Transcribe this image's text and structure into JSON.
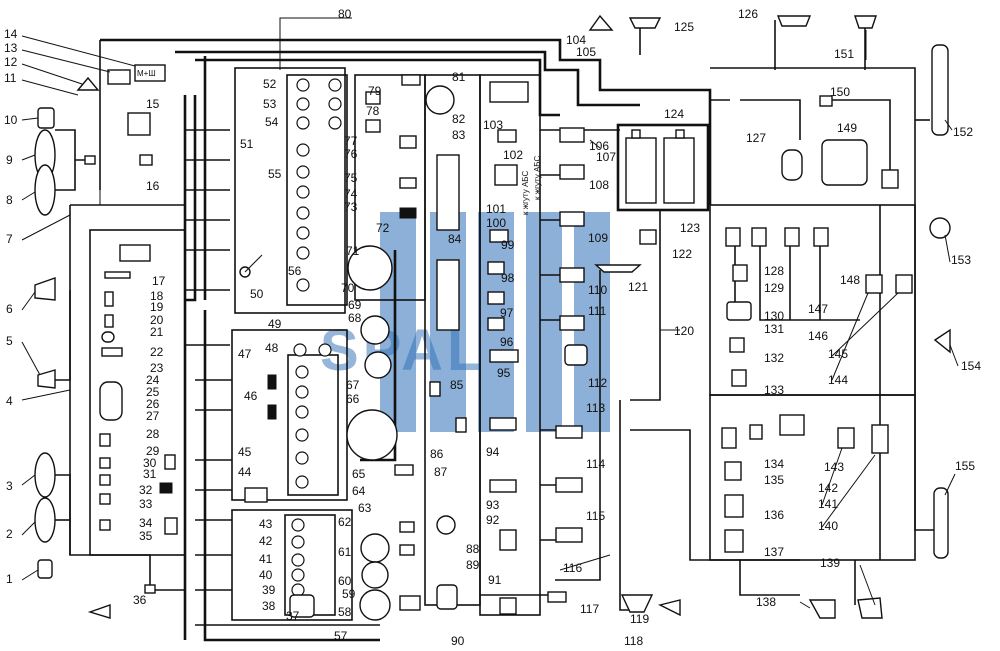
{
  "labels": {
    "n1": "1",
    "n2": "2",
    "n3": "3",
    "n4": "4",
    "n5": "5",
    "n6": "6",
    "n7": "7",
    "n8": "8",
    "n9": "9",
    "n10": "10",
    "n11": "11",
    "n12": "12",
    "n13": "13",
    "n14": "14",
    "n15": "15",
    "n16": "16",
    "n17": "17",
    "n18": "18",
    "n19": "19",
    "n20": "20",
    "n21": "21",
    "n22": "22",
    "n23": "23",
    "n24": "24",
    "n25": "25",
    "n26": "26",
    "n27": "27",
    "n28": "28",
    "n29": "29",
    "n30": "30",
    "n31": "31",
    "n32": "32",
    "n33": "33",
    "n34": "34",
    "n35": "35",
    "n36": "36",
    "n37": "37",
    "n38": "38",
    "n39": "39",
    "n40": "40",
    "n41": "41",
    "n42": "42",
    "n43": "43",
    "n44": "44",
    "n45": "45",
    "n46": "46",
    "n47": "47",
    "n48": "48",
    "n49": "49",
    "n50": "50",
    "n51": "51",
    "n52": "52",
    "n53": "53",
    "n54": "54",
    "n55": "55",
    "n56": "56",
    "n57": "57",
    "n58": "58",
    "n59": "59",
    "n60": "60",
    "n61": "61",
    "n62": "62",
    "n63": "63",
    "n64": "64",
    "n65": "65",
    "n66": "66",
    "n67": "67",
    "n68": "68",
    "n69": "69",
    "n70": "70",
    "n71": "71",
    "n72": "72",
    "n73": "73",
    "n74": "74",
    "n75": "75",
    "n76": "76",
    "n77": "77",
    "n78": "78",
    "n79": "79",
    "n80": "80",
    "n81": "81",
    "n82": "82",
    "n83": "83",
    "n84": "84",
    "n85": "85",
    "n86": "86",
    "n87": "87",
    "n88": "88",
    "n89": "89",
    "n90": "90",
    "n91": "91",
    "n92": "92",
    "n93": "93",
    "n94": "94",
    "n95": "95",
    "n96": "96",
    "n97": "97",
    "n98": "98",
    "n99": "99",
    "n100": "100",
    "n101": "101",
    "n102": "102",
    "n103": "103",
    "n104": "104",
    "n105": "105",
    "n106": "106",
    "n107": "107",
    "n108": "108",
    "n109": "109",
    "n110": "110",
    "n111": "111",
    "n112": "112",
    "n113": "113",
    "n114": "114",
    "n115": "115",
    "n116": "116",
    "n117": "117",
    "n118": "118",
    "n119": "119",
    "n120": "120",
    "n121": "121",
    "n122": "122",
    "n123": "123",
    "n124": "124",
    "n125": "125",
    "n126": "126",
    "n127": "127",
    "n128": "128",
    "n129": "129",
    "n130": "130",
    "n131": "131",
    "n132": "132",
    "n133": "133",
    "n134": "134",
    "n135": "135",
    "n136": "136",
    "n137": "137",
    "n138": "138",
    "n139": "139",
    "n140": "140",
    "n141": "141",
    "n142": "142",
    "n143": "143",
    "n144": "144",
    "n145": "145",
    "n146": "146",
    "n147": "147",
    "n148": "148",
    "n149": "149",
    "n150": "150",
    "n151": "151",
    "n152": "152",
    "n153": "153",
    "n154": "154",
    "n155": "155"
  },
  "annotations": {
    "abs_1": "к жгуту АБС",
    "abs_2": "к жгуту АБС",
    "box_label": "М+Ш"
  },
  "watermark": {
    "text": "SPAL"
  },
  "colors": {
    "line": "#111111",
    "watermark": "#2e6fb7",
    "background": "#ffffff"
  }
}
